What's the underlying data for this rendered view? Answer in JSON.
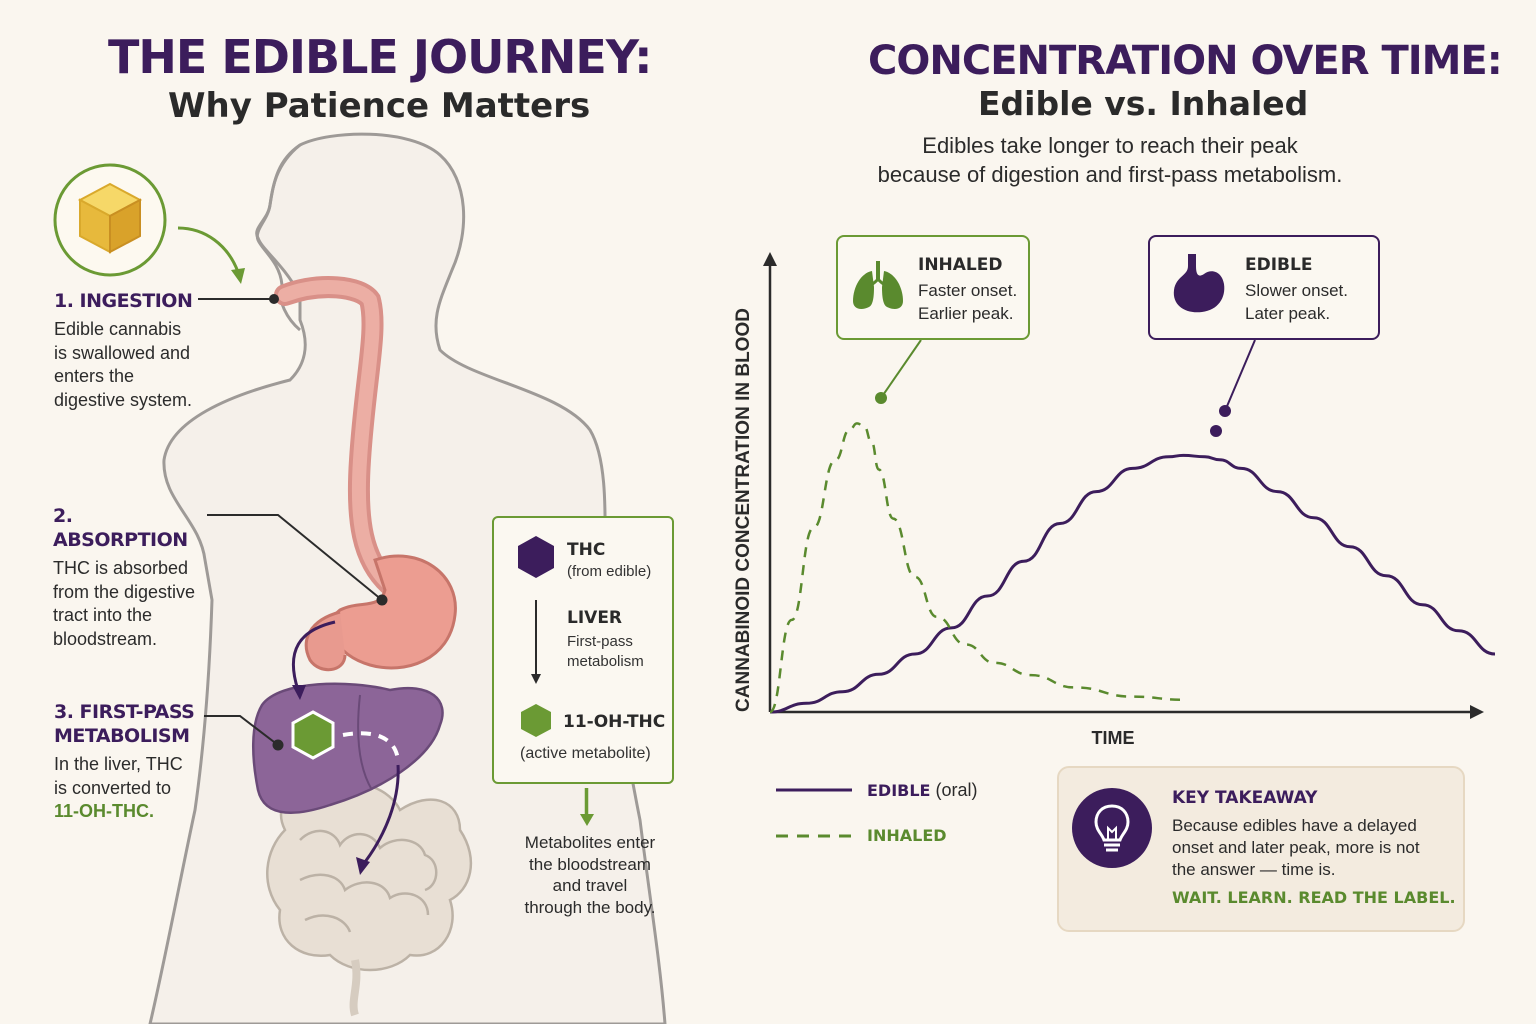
{
  "left": {
    "title": "THE EDIBLE JOURNEY:",
    "subtitle": "Why Patience Matters",
    "steps": [
      {
        "heading": "1. INGESTION",
        "body": [
          "Edible cannabis",
          "is swallowed and",
          "enters the",
          "digestive system."
        ]
      },
      {
        "heading": "2. ABSORPTION",
        "body": [
          "THC is absorbed",
          "from the digestive",
          "tract into the",
          "bloodstream."
        ]
      },
      {
        "heading_lines": [
          "3. FIRST-PASS",
          "METABOLISM"
        ],
        "body": [
          "In the liver, THC",
          "is converted to"
        ],
        "highlight": "11-OH-THC."
      }
    ],
    "process_box": {
      "thc_label": "THC",
      "thc_sub": "(from edible)",
      "liver_label": "LIVER",
      "liver_sub": [
        "First-pass",
        "metabolism"
      ],
      "metabolite_label": "11-OH-THC",
      "metabolite_sub": "(active metabolite)"
    },
    "metabolites_note": [
      "Metabolites enter",
      "the bloodstream",
      "and travel",
      "through the body."
    ]
  },
  "right": {
    "title": "CONCENTRATION OVER TIME:",
    "subtitle": "Edible vs. Inhaled",
    "description": [
      "Edibles take longer to reach their peak",
      "because of digestion and first-pass metabolism."
    ],
    "callouts": {
      "inhaled": {
        "heading": "INHALED",
        "lines": [
          "Faster onset.",
          "Earlier peak."
        ]
      },
      "edible": {
        "heading": "EDIBLE",
        "lines": [
          "Slower onset.",
          "Later peak."
        ]
      }
    },
    "legend": {
      "edible": {
        "label": "EDIBLE",
        "suffix": "(oral)"
      },
      "inhaled": {
        "label": "INHALED"
      }
    },
    "takeaway": {
      "heading": "KEY TAKEAWAY",
      "lines": [
        "Because edibles have a delayed",
        "onset and later peak, more is not",
        "the answer — time is."
      ],
      "cta": "WAIT. LEARN. READ THE LABEL."
    }
  },
  "chart_data": {
    "type": "line",
    "xlabel": "TIME",
    "ylabel": "CANNABINOID CONCENTRATION IN BLOOD",
    "x_ticks": "none",
    "y_ticks": "none",
    "xlim": [
      0,
      100
    ],
    "ylim": [
      0,
      100
    ],
    "grid": false,
    "legend_position": "bottom-left",
    "series": [
      {
        "name": "EDIBLE",
        "style": "solid",
        "color": "#3c1d5c",
        "x": [
          0,
          5,
          10,
          15,
          20,
          25,
          30,
          35,
          40,
          45,
          50,
          55,
          57,
          60,
          62,
          65,
          70,
          75,
          80,
          85,
          90,
          95,
          100
        ],
        "y": [
          0,
          3,
          7,
          13,
          20,
          29,
          40,
          52,
          65,
          76,
          84,
          88,
          88.5,
          88,
          87,
          84,
          76,
          67,
          57,
          47,
          37,
          28,
          20
        ]
      },
      {
        "name": "INHALED",
        "style": "dashed",
        "color": "#5a8a2e",
        "x": [
          0,
          3,
          6,
          9,
          11,
          12,
          13,
          14,
          15,
          17,
          20,
          23,
          27,
          31,
          36,
          42,
          50,
          57
        ],
        "y": [
          0,
          30,
          60,
          82,
          92,
          94,
          93,
          88,
          79,
          63,
          44,
          31,
          22,
          16,
          12,
          8,
          5,
          4
        ]
      }
    ]
  },
  "colors": {
    "purple": "#3c1d5c",
    "green": "#5a8a2e",
    "background": "#faf6ef",
    "takeaway_bg": "#f3ebdf"
  },
  "icons": [
    "cube-icon",
    "lungs-icon",
    "stomach-icon",
    "lightbulb-icon",
    "hexagon-icon"
  ]
}
